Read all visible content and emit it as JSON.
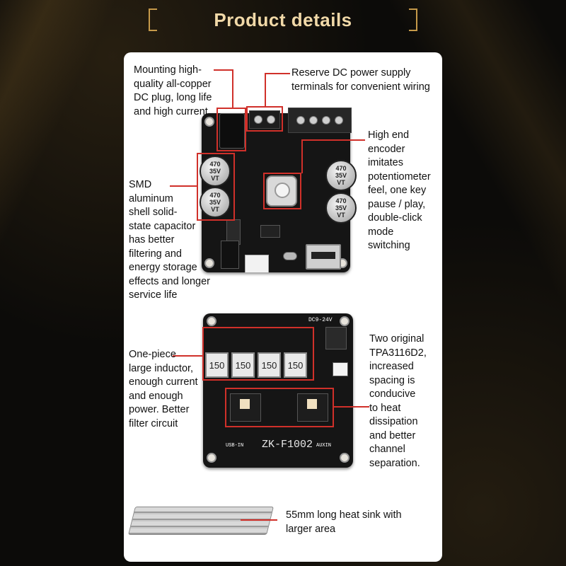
{
  "header": {
    "title": "Product details"
  },
  "annotations": {
    "dc_plug": [
      "Mounting high-",
      "quality all-copper",
      "DC plug, long life",
      "and high current"
    ],
    "power_terminals": [
      "Reserve DC power supply",
      "terminals for convenient wiring"
    ],
    "encoder": [
      "High end",
      "encoder",
      "imitates",
      "potentiometer",
      "feel, one key",
      "pause / play,",
      "double-click",
      "mode",
      "switching"
    ],
    "capacitor": [
      "SMD",
      "aluminum",
      "shell solid-",
      "state capacitor",
      "has better",
      "filtering and",
      "energy storage",
      "effects and longer",
      "service life"
    ],
    "inductor": [
      "One-piece",
      "large inductor,",
      "enough current",
      "and enough",
      "power. Better",
      "filter circuit"
    ],
    "chips": [
      "Two original",
      "TPA3116D2,",
      "increased",
      "spacing is",
      "conducive",
      "to heat",
      "dissipation",
      "and better",
      "channel",
      "separation."
    ],
    "heatsink": [
      "55mm long heat sink with",
      "larger area"
    ]
  },
  "board": {
    "cap_label": [
      "470",
      "35V",
      "VT"
    ],
    "inductor_label": "150",
    "model": "ZK-F1002",
    "usb_in": "USB-IN",
    "aux_in": "AUXIN",
    "voltage": "DC9-24V"
  },
  "colors": {
    "accent_red": "#d0302a",
    "title_gold": "#f1d9a8",
    "frame_gold": "#c69a4a"
  }
}
